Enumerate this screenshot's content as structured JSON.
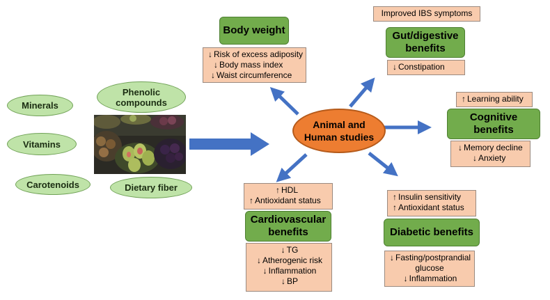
{
  "sources": {
    "minerals": "Minerals",
    "phenolic": [
      "Phenolic",
      "compounds"
    ],
    "vitamins": "Vitamins",
    "carotenoids": "Carotenoids",
    "fiber": "Dietary fiber"
  },
  "center": [
    "Animal and",
    "Human studies"
  ],
  "body_weight": {
    "title": "Body weight",
    "items": [
      {
        "dir": "down",
        "text": "Risk of excess adiposity"
      },
      {
        "dir": "down",
        "text": "Body mass index"
      },
      {
        "dir": "down",
        "text": "Waist circumference"
      }
    ]
  },
  "gut": {
    "top": "Improved IBS symptoms",
    "title": [
      "Gut/digestive",
      "benefits"
    ],
    "items": [
      {
        "dir": "down",
        "text": "Constipation"
      }
    ]
  },
  "cognitive": {
    "top": {
      "dir": "up",
      "text": "Learning ability"
    },
    "title": [
      "Cognitive",
      "benefits"
    ],
    "items": [
      {
        "dir": "down",
        "text": "Memory decline"
      },
      {
        "dir": "down",
        "text": "Anxiety"
      }
    ]
  },
  "cardio": {
    "top": [
      {
        "dir": "up",
        "text": "HDL"
      },
      {
        "dir": "up",
        "text": "Antioxidant status"
      }
    ],
    "title": [
      "Cardiovascular",
      "benefits"
    ],
    "items": [
      {
        "dir": "down",
        "text": "TG"
      },
      {
        "dir": "down",
        "text": "Atherogenic risk"
      },
      {
        "dir": "down",
        "text": "Inflammation"
      },
      {
        "dir": "down",
        "text": "BP"
      }
    ]
  },
  "diabetic": {
    "top": [
      {
        "dir": "up",
        "text": "Insulin sensitivity"
      },
      {
        "dir": "up",
        "text": "Antioxidant status"
      }
    ],
    "title": "Diabetic benefits",
    "items": [
      {
        "dir": "down",
        "text": "Fasting/postprandial"
      },
      {
        "dir": "none",
        "text": "glucose"
      },
      {
        "dir": "down",
        "text": "Inflammation"
      }
    ]
  },
  "colors": {
    "ellipse_fill": "#bfe3a8",
    "green_box": "#72ac4c",
    "peach_box": "#f8cbad",
    "center_oval": "#ed7d31",
    "arrow": "#4472c4"
  }
}
